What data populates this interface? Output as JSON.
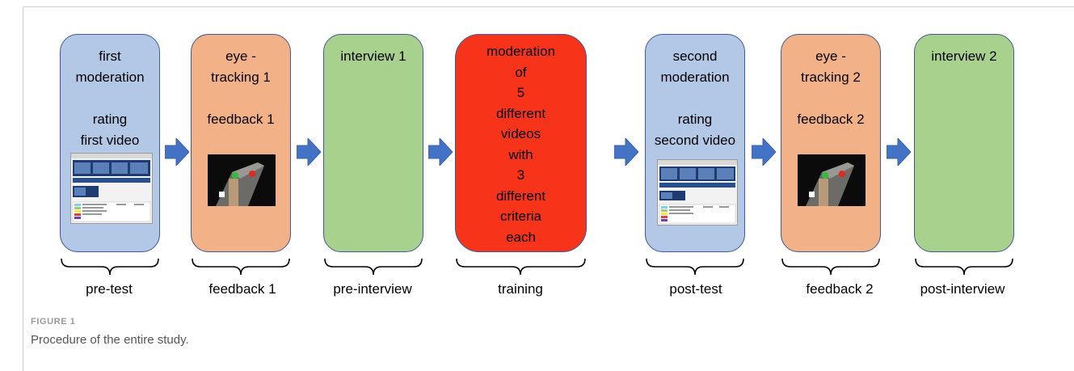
{
  "boxes": [
    {
      "text": "first\nmoderation\n\nrating\nfirst video",
      "color": "#b3c7e6"
    },
    {
      "text": "eye -\ntracking 1\n\nfeedback 1",
      "color": "#f3b187"
    },
    {
      "text": "interview 1",
      "color": "#a9d18e"
    },
    {
      "text": "moderation\nof\n5\ndifferent\nvideos\nwith\n3\ndifferent\ncriteria\neach",
      "color": "#f7331a"
    },
    {
      "text": "second\nmoderation\n\nrating\nsecond video",
      "color": "#b3c7e6"
    },
    {
      "text": "eye -\ntracking 2\n\nfeedback 2",
      "color": "#f3b187"
    },
    {
      "text": "interview 2",
      "color": "#a9d18e"
    }
  ],
  "phases": [
    "pre-test",
    "feedback 1",
    "pre-interview",
    "training",
    "post-test",
    "feedback 2",
    "post-interview"
  ],
  "figure": {
    "label": "FIGURE 1",
    "caption": "Procedure of the entire study."
  },
  "colors": {
    "arrow": "#4472c4",
    "border": "#41598f"
  }
}
